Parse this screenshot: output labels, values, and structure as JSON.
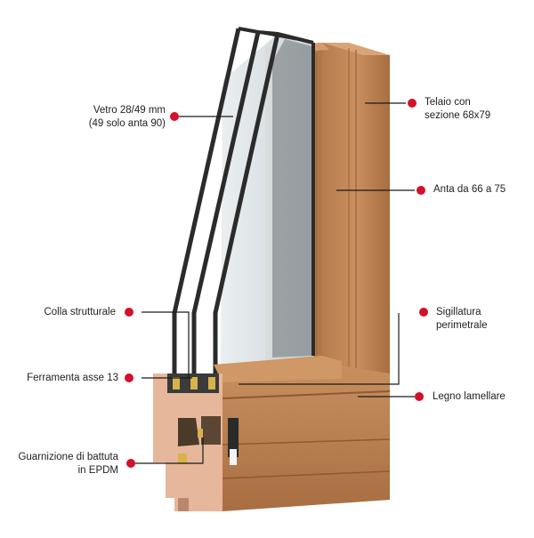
{
  "colors": {
    "accent_dot": "#d4102a",
    "leader_line": "#1a1a1a",
    "wood_face": "#c08656",
    "wood_light": "#d9a477",
    "wood_dark": "#8e5a32",
    "section_cut": "#e7b79b",
    "glass_frame": "#2b2b2b",
    "glass_tint": "#dbe3e6"
  },
  "labels": {
    "glass": {
      "line1": "Vetro 28/49 mm",
      "line2": "(49 solo anta 90)"
    },
    "frame": {
      "line1": "Telaio con",
      "line2": "sezione 68x79"
    },
    "sash": {
      "line1": "Anta da 66 a 75"
    },
    "glue": {
      "line1": "Colla strutturale"
    },
    "seal": {
      "line1": "Sigillatura",
      "line2": "perimetrale"
    },
    "hardware": {
      "line1": "Ferramenta asse 13"
    },
    "wood": {
      "line1": "Legno lamellare"
    },
    "gasket": {
      "line1": "Guarnizione di battuta",
      "line2": "in EPDM"
    }
  }
}
